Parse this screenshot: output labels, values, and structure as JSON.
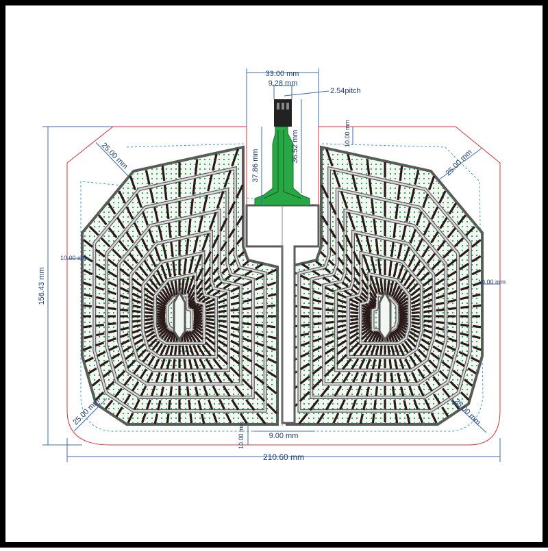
{
  "diagram": {
    "labels": {
      "total_width": "33.00 mm",
      "connector_width": "9.28 mm",
      "pitch": "2.54pitch",
      "tail_length": "37.86 mm",
      "tail_inner": "36.52 mm",
      "corner_tl": "25.00 mm",
      "corner_tr": "25.00 mm",
      "corner_bl": "25.00 mm",
      "corner_br": "25.00 mm",
      "margin_top": "10.00 mm",
      "margin_left": "10.00 mm",
      "margin_right": "10.00 mm",
      "margin_bottom": "10.00 mm",
      "gap_center": "9.00 mm",
      "height": "156.43 mm",
      "width": "210.60 mm"
    },
    "colors": {
      "border": "#000000",
      "outline": "#d6323a",
      "dimension": "#3b6aa8",
      "trace": "#5a5a5a",
      "bar": "#2a1a1a",
      "dot": "#1e9e3a",
      "tail": "#27a844"
    }
  }
}
